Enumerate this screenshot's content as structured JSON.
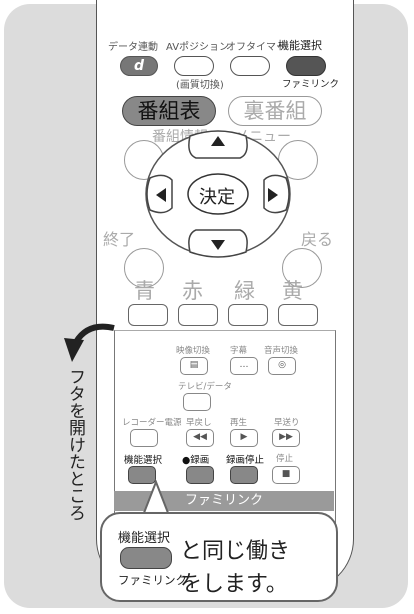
{
  "remote": {
    "top_labels": [
      "データ連動",
      "AVポジション",
      "オフタイマー",
      "機能選択"
    ],
    "d_button": "d",
    "av_sub": "(画質切換)",
    "familink_sub": "ファミリンク",
    "bangumi_hyo": "番組表",
    "ura_bangumi": "裏番組",
    "bangumi_joho": "番組情報",
    "menu": "メニュー",
    "kettei": "決定",
    "shuryo": "終了",
    "modoru": "戻る",
    "colors": [
      "青",
      "赤",
      "緑",
      "黄"
    ]
  },
  "lid": {
    "row1_labels": [
      "映像切換",
      "字幕",
      "音声切換"
    ],
    "tv_data": "テレビ/データ",
    "row3_labels": [
      "レコーダー電源",
      "早戻し",
      "再生",
      "早送り"
    ],
    "row4_labels": [
      "機能選択",
      "●録画",
      "録画停止",
      "停止"
    ],
    "familink_bar": "ファミリンク"
  },
  "side_label": "フタを開けたところ",
  "callout": {
    "button_top": "機能選択",
    "button_bottom": "ファミリンク",
    "line1": "と同じ働き",
    "line2": "をします。"
  }
}
